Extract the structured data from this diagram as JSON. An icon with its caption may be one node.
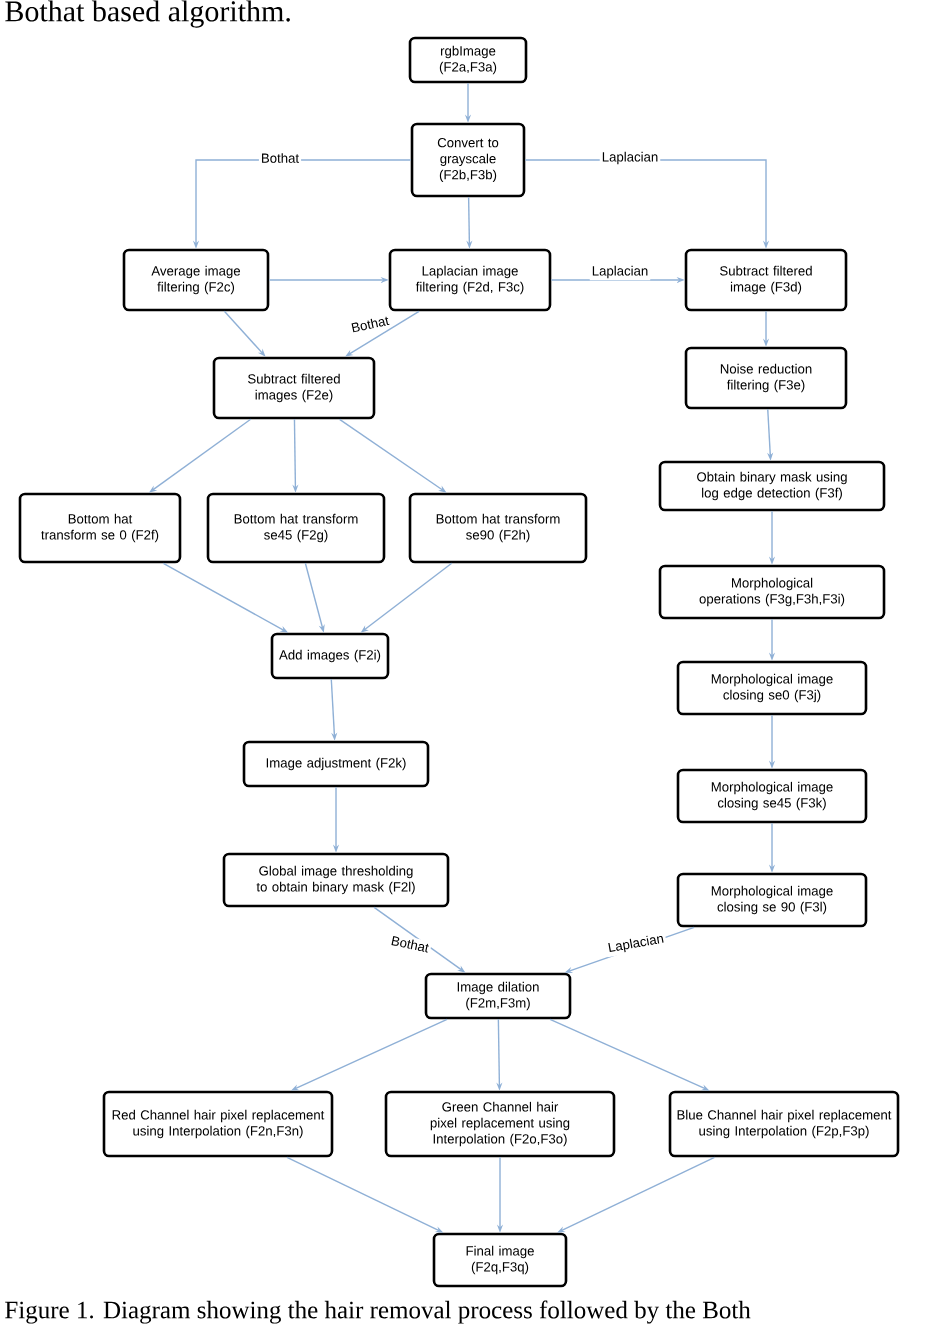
{
  "diagram": {
    "caption": "Figure 1. Diagram showing the hair removal process followed by the Both",
    "nodes": [
      {
        "text": [
          "rgbImage (F2a,F3a)"
        ]
      },
      {
        "text": [
          "Convert to grayscale (F2b,F3b)"
        ]
      },
      {
        "text": [
          "Average image filtering (F2c)"
        ]
      },
      {
        "text": [
          "Laplacian image filtering (F2d, F3c)"
        ]
      },
      {
        "text": [
          "Subtract filtered image (F3d)"
        ]
      },
      {
        "text": [
          "Subtract filtered images (F2e)"
        ]
      },
      {
        "text": [
          "Noise reduction filtering (F3e)"
        ]
      },
      {
        "text": [
          "Bottom hat transform se 0 (F2f)"
        ]
      },
      {
        "text": [
          "Bottom hat transform se45 (F2g)"
        ]
      },
      {
        "text": [
          "Bottom hat transform se90 (F2h)"
        ]
      },
      {
        "text": [
          "Obtain binary mask using log edge detection (F3f)"
        ]
      },
      {
        "text": [
          "Morphological operations (F3g,F3h,F3i)"
        ]
      },
      {
        "text": [
          "Add images (F2i)"
        ]
      },
      {
        "text": [
          "Morphological image closing se0 (F3j)"
        ]
      },
      {
        "text": [
          "Image adjustment (F2k)"
        ]
      },
      {
        "text": [
          "Morphological image closing se45 (F3k)"
        ]
      },
      {
        "text": [
          "Global image thresholding to obtain binary mask (F2l)"
        ]
      },
      {
        "text": [
          "Morphological image closing se 90 (F3l)"
        ]
      },
      {
        "text": [
          "Image dilation (F2m,F3m)"
        ]
      },
      {
        "text": [
          "Red Channel hair pixel replacement using Interpolation (F2n,F3n)"
        ]
      },
      {
        "text": [
          "Green Channel hair pixel replacement using Interpolation (F2o,F3o)"
        ]
      },
      {
        "text": [
          "Blue Channel hair pixel replacement using Interpolation (F2p,F3p)"
        ]
      },
      {
        "text": [
          "Final image (F2q,F3q)"
        ]
      }
    ],
    "edges": [
      {
        "from": 0,
        "to": 1,
        "arrow": "to"
      },
      {
        "from": 1,
        "to": 2,
        "arrow": "to",
        "label": "Bothat"
      },
      {
        "from": 1,
        "to": 3,
        "arrow": "to"
      },
      {
        "from": 1,
        "to": 4,
        "arrow": "to",
        "label": "Laplacian"
      },
      {
        "from": 2,
        "to": 3,
        "arrow": "to"
      },
      {
        "from": 3,
        "to": 4,
        "arrow": "to",
        "label": "Laplacian"
      },
      {
        "from": 2,
        "to": 5,
        "arrow": "to"
      },
      {
        "from": 3,
        "to": 5,
        "arrow": "to",
        "label": "Bothat"
      },
      {
        "from": 4,
        "to": 6,
        "arrow": "to"
      },
      {
        "from": 5,
        "to": 7,
        "arrow": "to"
      },
      {
        "from": 5,
        "to": 8,
        "arrow": "to"
      },
      {
        "from": 5,
        "to": 9,
        "arrow": "to"
      },
      {
        "from": 6,
        "to": 10,
        "arrow": "to"
      },
      {
        "from": 10,
        "to": 11,
        "arrow": "to"
      },
      {
        "from": 7,
        "to": 12,
        "arrow": "to"
      },
      {
        "from": 8,
        "to": 12,
        "arrow": "to"
      },
      {
        "from": 9,
        "to": 12,
        "arrow": "to"
      },
      {
        "from": 11,
        "to": 13,
        "arrow": "to"
      },
      {
        "from": 12,
        "to": 14,
        "arrow": "to"
      },
      {
        "from": 13,
        "to": 15,
        "arrow": "to"
      },
      {
        "from": 14,
        "to": 16,
        "arrow": "to"
      },
      {
        "from": 15,
        "to": 17,
        "arrow": "to"
      },
      {
        "from": 16,
        "to": 18,
        "arrow": "to",
        "label": "Bothat"
      },
      {
        "from": 17,
        "to": 18,
        "arrow": "to",
        "label": "Laplacian"
      },
      {
        "from": 18,
        "to": 19,
        "arrow": "to"
      },
      {
        "from": 18,
        "to": 20,
        "arrow": "to"
      },
      {
        "from": 18,
        "to": 21,
        "arrow": "to"
      },
      {
        "from": 19,
        "to": 22,
        "arrow": "to"
      },
      {
        "from": 20,
        "to": 22,
        "arrow": "to"
      },
      {
        "from": 21,
        "to": 22,
        "arrow": "to"
      }
    ],
    "labels": [
      "Bothat based algorithm."
    ]
  }
}
